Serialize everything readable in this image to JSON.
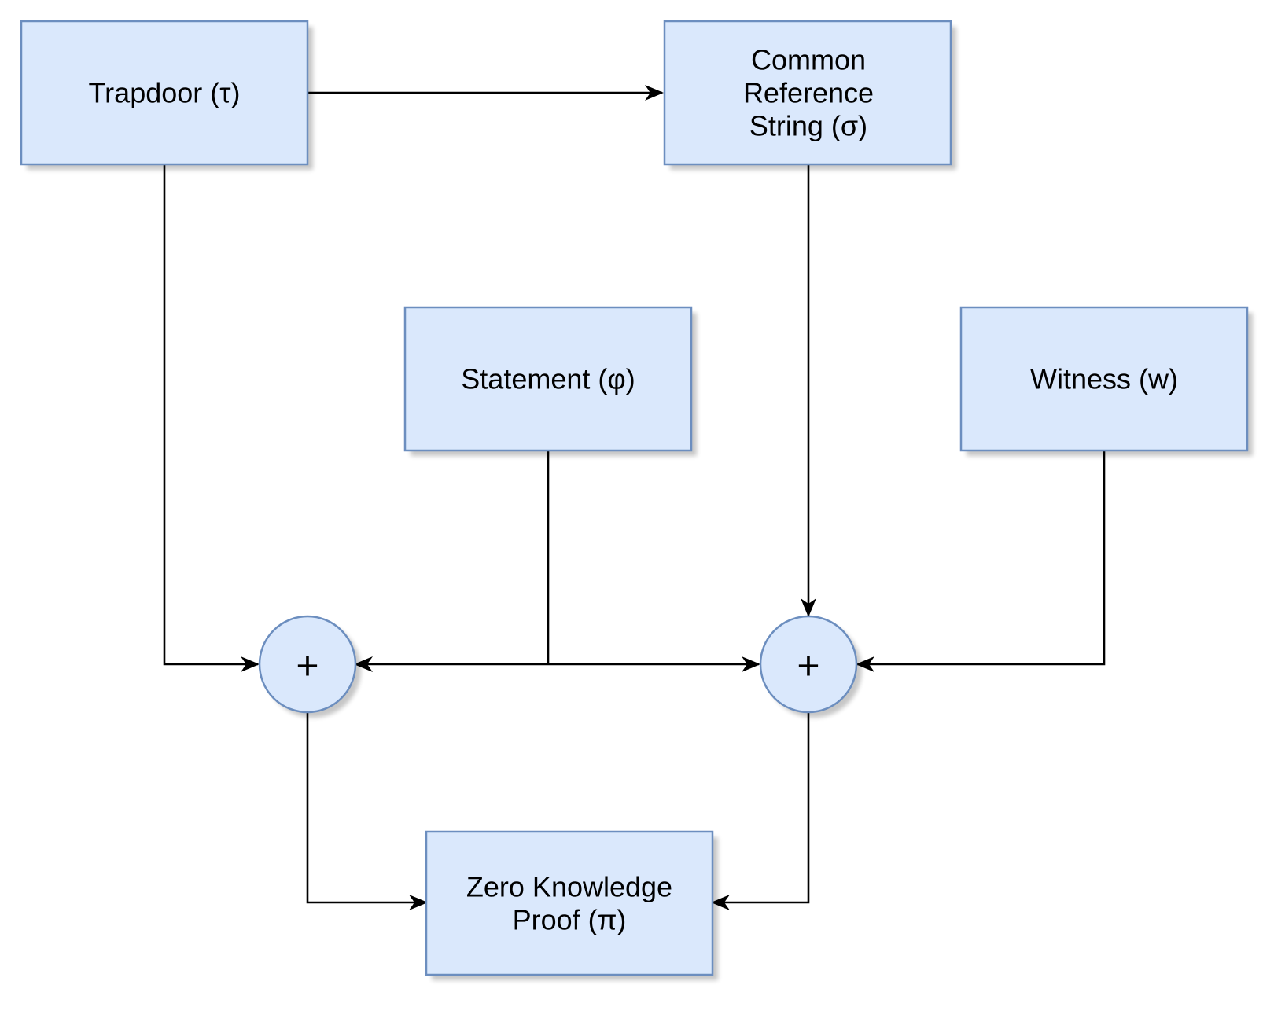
{
  "colors": {
    "node_fill": "#dae8fc",
    "node_stroke": "#6c8ebf",
    "edge": "#000000"
  },
  "nodes": {
    "trapdoor": {
      "label": "Trapdoor (τ)"
    },
    "crs": {
      "lines": [
        "Common",
        "Reference",
        "String (σ)"
      ]
    },
    "statement": {
      "label": "Statement (φ)"
    },
    "witness": {
      "label": "Witness (w)"
    },
    "proof": {
      "lines": [
        "Zero Knowledge",
        "Proof (π)"
      ]
    },
    "combiner_left": {
      "symbol": "+"
    },
    "combiner_right": {
      "symbol": "+"
    }
  }
}
